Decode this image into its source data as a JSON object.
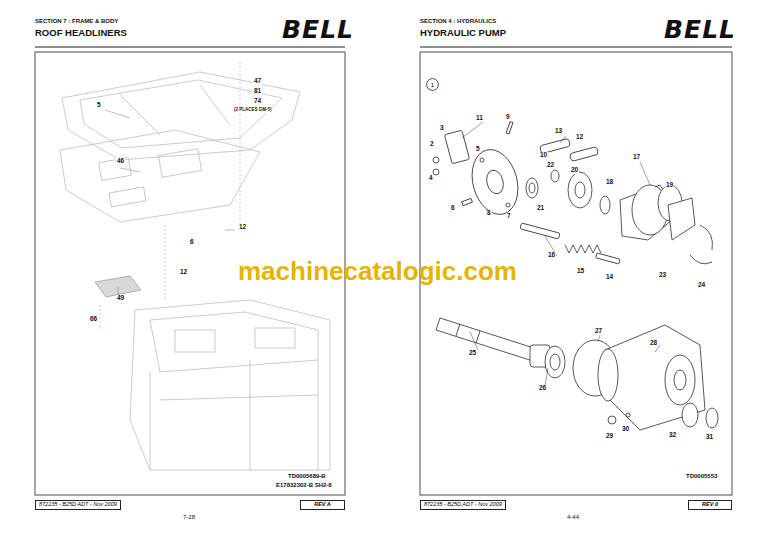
{
  "diagram": {
    "nodes": [
      {
        "text": [
          "872235 - B25D ADT - Nov 2009"
        ]
      },
      {
        "text": [
          "REV A"
        ]
      },
      {
        "text": [
          "1"
        ]
      },
      {
        "text": [
          "872235 - B25D ADT - Nov 2009"
        ]
      },
      {
        "text": [
          "REV 0"
        ]
      }
    ],
    "labels": [
      "SECTION 7 : FRAME & BODY",
      "ROOF HEADLINERS",
      "BELL",
      "SECTION 4 : HYDRAULICS",
      "HYDRAULIC PUMP",
      "BELL",
      "47",
      "81",
      "74",
      "(2 PLACES GM-5)",
      "5",
      "46",
      "12",
      "6",
      "12",
      "49",
      "66",
      "TD0005689-B",
      "E17832302-B SH2-8",
      "7-28",
      "11",
      "9",
      "13",
      "12",
      "3",
      "2",
      "5",
      "10",
      "22",
      "20",
      "17",
      "4",
      "18",
      "19",
      "6",
      "8",
      "7",
      "21",
      "16",
      "15",
      "14",
      "23",
      "24",
      "27",
      "25",
      "28",
      "26",
      "29",
      "30",
      "32",
      "31",
      "TD0005553",
      "4-44",
      "machinecatalogic.com"
    ]
  }
}
